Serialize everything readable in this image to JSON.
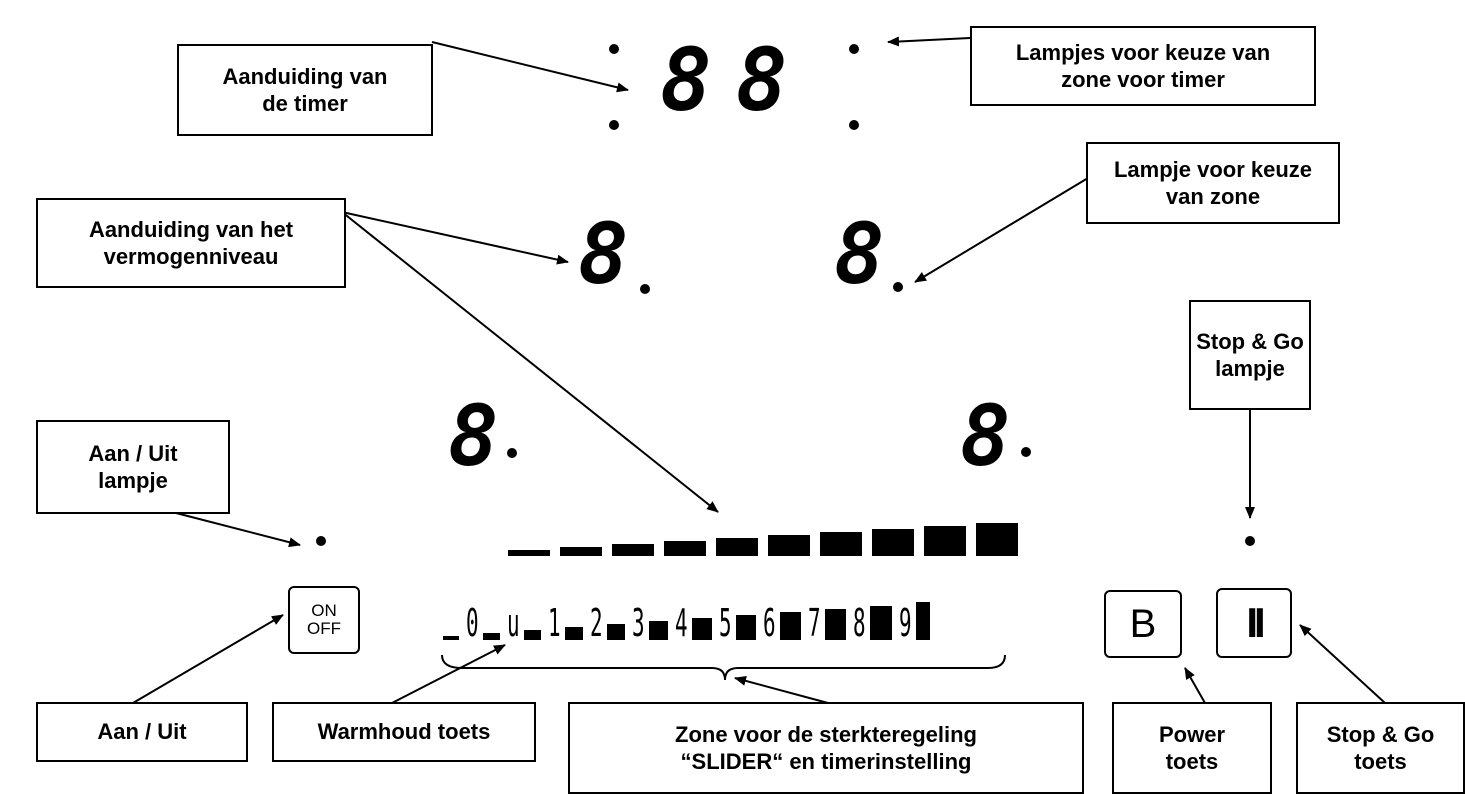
{
  "callouts": {
    "timer_display": "Aanduiding van\nde timer",
    "timer_zone_lamps": "Lampjes voor keuze van\nzone voor timer",
    "zone_select_lamp": "Lampje voor keuze\nvan zone",
    "power_level_display": "Aanduiding van het\nvermogenniveau",
    "stop_go_lamp": "Stop & Go\nlampje",
    "on_off_lamp": "Aan / Uit\nlampje",
    "on_off_key": "Aan / Uit",
    "keep_warm_key": "Warmhoud toets",
    "slider_zone": "Zone voor de sterkteregeling\n“SLIDER“ en timerinstelling",
    "power_key": "Power\ntoets",
    "stop_go_key": "Stop & Go\ntoets"
  },
  "displays": {
    "timer": "88",
    "zone_top_left": "8",
    "zone_top_right": "8",
    "zone_bottom_left": "8",
    "zone_bottom_right": "8"
  },
  "keys": {
    "on_label": "ON",
    "off_label": "OFF",
    "power_label": "B",
    "stop_go_label": "II"
  },
  "slider": {
    "labels": [
      "0",
      "u",
      "1",
      "2",
      "3",
      "4",
      "5",
      "6",
      "7",
      "8",
      "9"
    ]
  }
}
